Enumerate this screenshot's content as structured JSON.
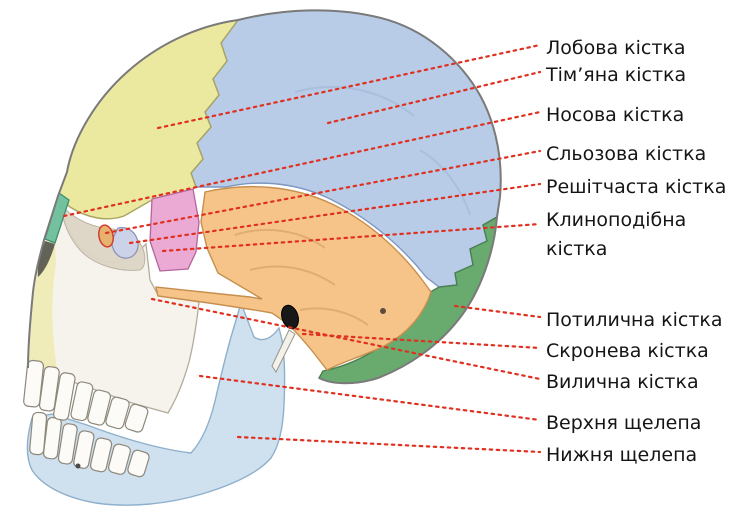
{
  "diagram": {
    "labels": [
      {
        "text": "Лобова кістка",
        "target": "frontal-bone"
      },
      {
        "text": "Тім’яна кістка",
        "target": "parietal-bone"
      },
      {
        "text": "Носова кістка",
        "target": "nasal-bone"
      },
      {
        "text": "Сльозова кістка",
        "target": "lacrimal-bone"
      },
      {
        "text": "Решітчаста кістка",
        "target": "ethmoid-bone"
      },
      {
        "text": "Клиноподібна кістка",
        "target": "sphenoid-bone"
      },
      {
        "text": "Потилична кістка",
        "target": "occipital-bone"
      },
      {
        "text": "Скронева кістка",
        "target": "temporal-bone"
      },
      {
        "text": "Вилична кістка",
        "target": "zygomatic-bone"
      },
      {
        "text": "Верхня щелепа",
        "target": "maxilla"
      },
      {
        "text": "Нижня щелепа",
        "target": "mandible"
      }
    ],
    "colors": {
      "frontal": "#ebe8a0",
      "parietal": "#b8cce8",
      "nasal": "#74c1a0",
      "lacrimal": "#e7b26f",
      "ethmoid": "#ccd2e8",
      "sphenoid": "#eaaad4",
      "occipital": "#69aa6e",
      "temporal": "#f6c489",
      "maxilla": "#f6f3ec",
      "mandible": "#cfe0ef",
      "teeth": "#fcfbf7",
      "orbit_shadow": "#ddd5c6",
      "leader_line": "#e03020"
    }
  }
}
